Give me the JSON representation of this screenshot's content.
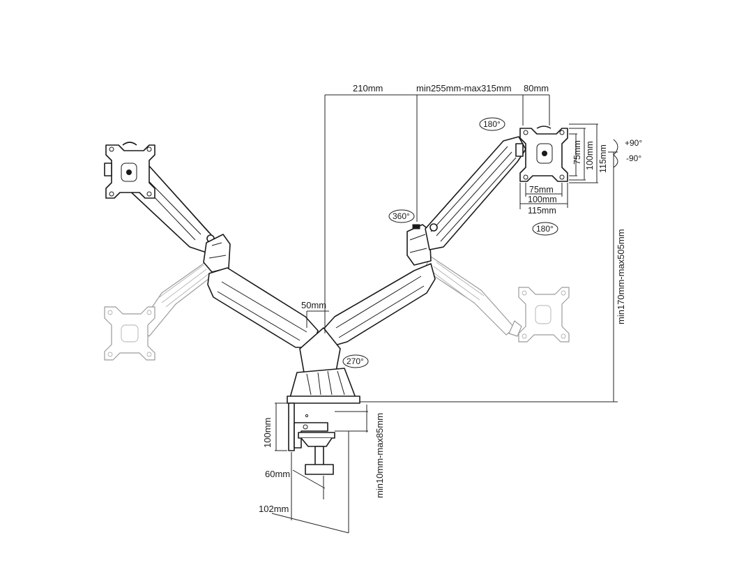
{
  "dimensions": {
    "d210": "210mm",
    "reach": "min255mm-max315mm",
    "d80": "80mm",
    "d50": "50mm",
    "height": "min170mm-max505mm",
    "clamp_height": "100mm",
    "desk_thickness": "min10mm-max85mm",
    "d60": "60mm",
    "d102": "102mm",
    "vesa_75_v": "75mm",
    "vesa_100_v": "100mm",
    "vesa_115_v": "115mm",
    "vesa_75_h": "75mm",
    "vesa_100_h": "100mm",
    "vesa_115_h": "115mm"
  },
  "angles": {
    "rot_top": "180°",
    "rot_bottom": "180°",
    "swivel_arm": "360°",
    "base_swivel": "270°",
    "tilt_up": "+90°",
    "tilt_down": "-90°"
  }
}
